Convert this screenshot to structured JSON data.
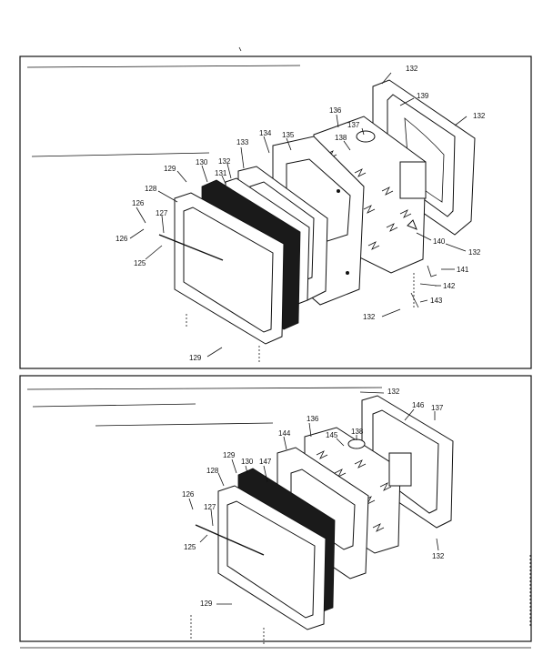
{
  "diagrams": [
    {
      "name": "upper-door-assembly",
      "labels": [
        "132",
        "139",
        "132",
        "136",
        "137",
        "134",
        "135",
        "138",
        "133",
        "132",
        "129",
        "130",
        "131",
        "128",
        "126",
        "127",
        "126",
        "125",
        "140",
        "132",
        "141",
        "142",
        "143",
        "132",
        "129"
      ]
    },
    {
      "name": "lower-door-assembly",
      "labels": [
        "132",
        "146",
        "137",
        "136",
        "144",
        "138",
        "145",
        "129",
        "147",
        "128",
        "130",
        "126",
        "127",
        "125",
        "132",
        "129"
      ]
    }
  ]
}
